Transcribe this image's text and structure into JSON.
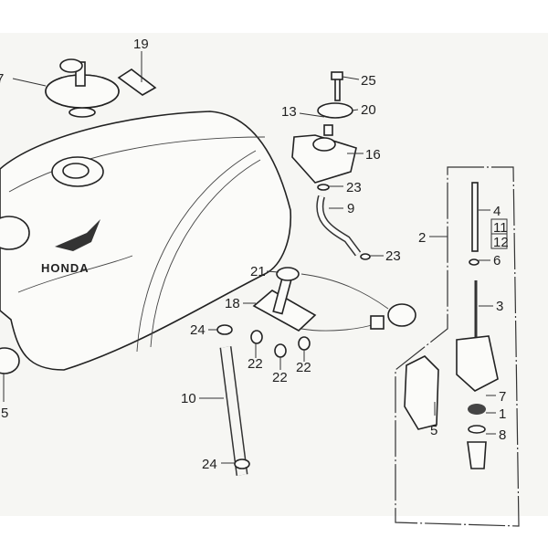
{
  "diagram": {
    "logo_text": "HONDA",
    "callouts": {
      "c7_top": "7",
      "c19": "19",
      "c25": "25",
      "c20": "20",
      "c13": "13",
      "c16": "16",
      "c23_a": "23",
      "c9": "9",
      "c23_b": "23",
      "c2": "2",
      "c4": "4",
      "c11": "11",
      "c12": "12",
      "c6": "6",
      "c21": "21",
      "c18": "18",
      "c3": "3",
      "c24_a": "24",
      "c22_a": "22",
      "c22_b": "22",
      "c22_c": "22",
      "c5_left": "5",
      "c10": "10",
      "c5_right": "5",
      "c7_right": "7",
      "c1": "1",
      "c8": "8",
      "c24_b": "24"
    }
  }
}
